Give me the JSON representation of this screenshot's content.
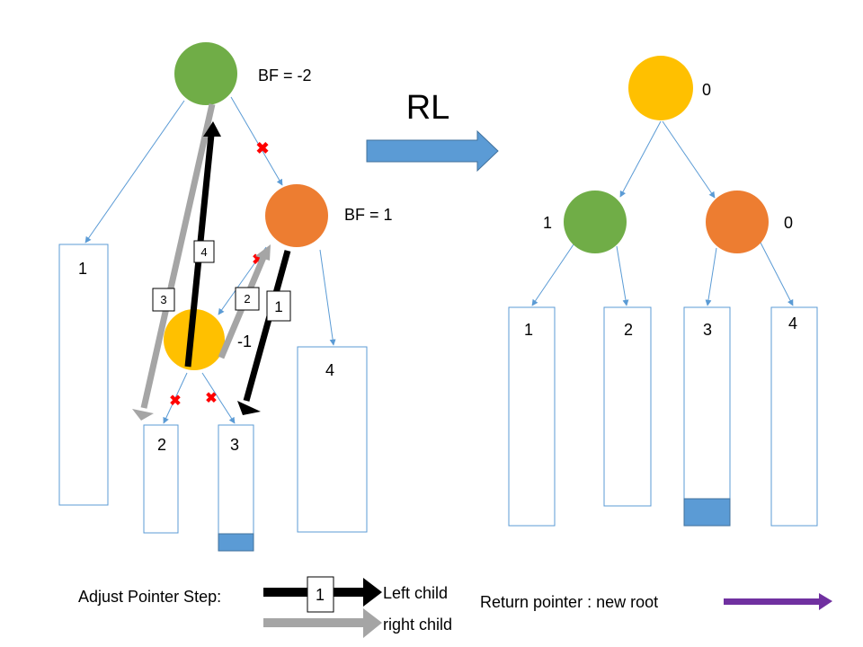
{
  "colors": {
    "green": "#70AD47",
    "orange": "#ED7D31",
    "yellow": "#FFC000",
    "blue": "#5B9BD5",
    "blue_dark": "#41719C",
    "black": "#000000",
    "gray": "#A5A5A5",
    "red": "#FF0000",
    "purple": "#7030A0"
  },
  "before": {
    "root_bf": "BF = -2",
    "right_child_bf": "BF = 1",
    "grandchild_bf": "-1",
    "subtrees": [
      "1",
      "2",
      "3",
      "4"
    ],
    "steps": [
      "1",
      "2",
      "3",
      "4"
    ]
  },
  "rotation_label": "RL",
  "after": {
    "root_bf": "0",
    "left_bf": "1",
    "right_bf": "0",
    "subtrees": [
      "1",
      "2",
      "3",
      "4"
    ]
  },
  "legend": {
    "adjust_label": "Adjust Pointer Step:",
    "step_example": "1",
    "left_child": "Left child",
    "right_child": "right child",
    "return_label": "Return pointer : new root"
  }
}
